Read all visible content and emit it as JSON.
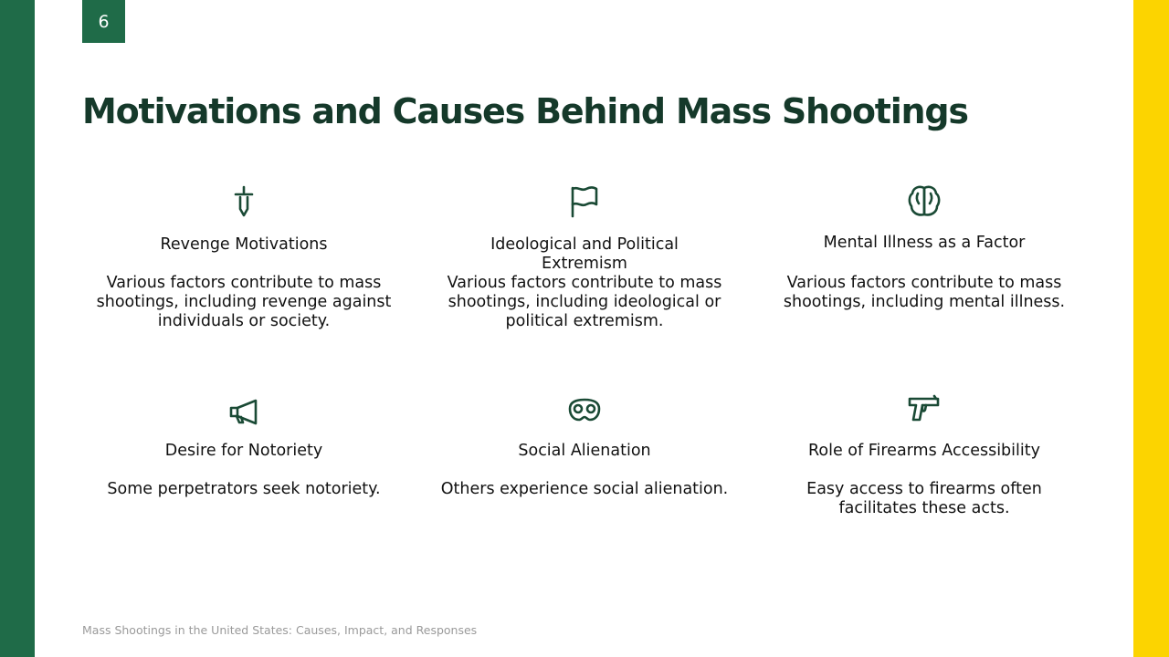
{
  "page_number": "6",
  "title": "Motivations and Causes Behind Mass Shootings",
  "cards": [
    {
      "icon": "dagger-icon",
      "title": "Revenge Motivations",
      "description": "Various factors contribute to mass shootings, including revenge against individuals or society."
    },
    {
      "icon": "flag-icon",
      "title": "Ideological and Political Extremism",
      "description": "Various factors contribute to mass shootings, including ideological or political extremism."
    },
    {
      "icon": "brain-icon",
      "title": "Mental Illness as a Factor",
      "description": "Various factors contribute to mass shootings, including mental illness."
    },
    {
      "icon": "megaphone-icon",
      "title": "Desire for Notoriety",
      "description": "Some perpetrators seek notoriety."
    },
    {
      "icon": "mask-icon",
      "title": "Social Alienation",
      "description": "Others experience social alienation."
    },
    {
      "icon": "pistol-icon",
      "title": "Role of Firearms Accessibility",
      "description": "Easy access to firearms often facilitates these acts."
    }
  ],
  "footer": "Mass Shootings in the United States: Causes, Impact, and Responses",
  "colors": {
    "accent_green": "#1f6b48",
    "accent_yellow": "#fcd400",
    "title_text": "#15392a",
    "icon_stroke": "#1a4a35"
  }
}
